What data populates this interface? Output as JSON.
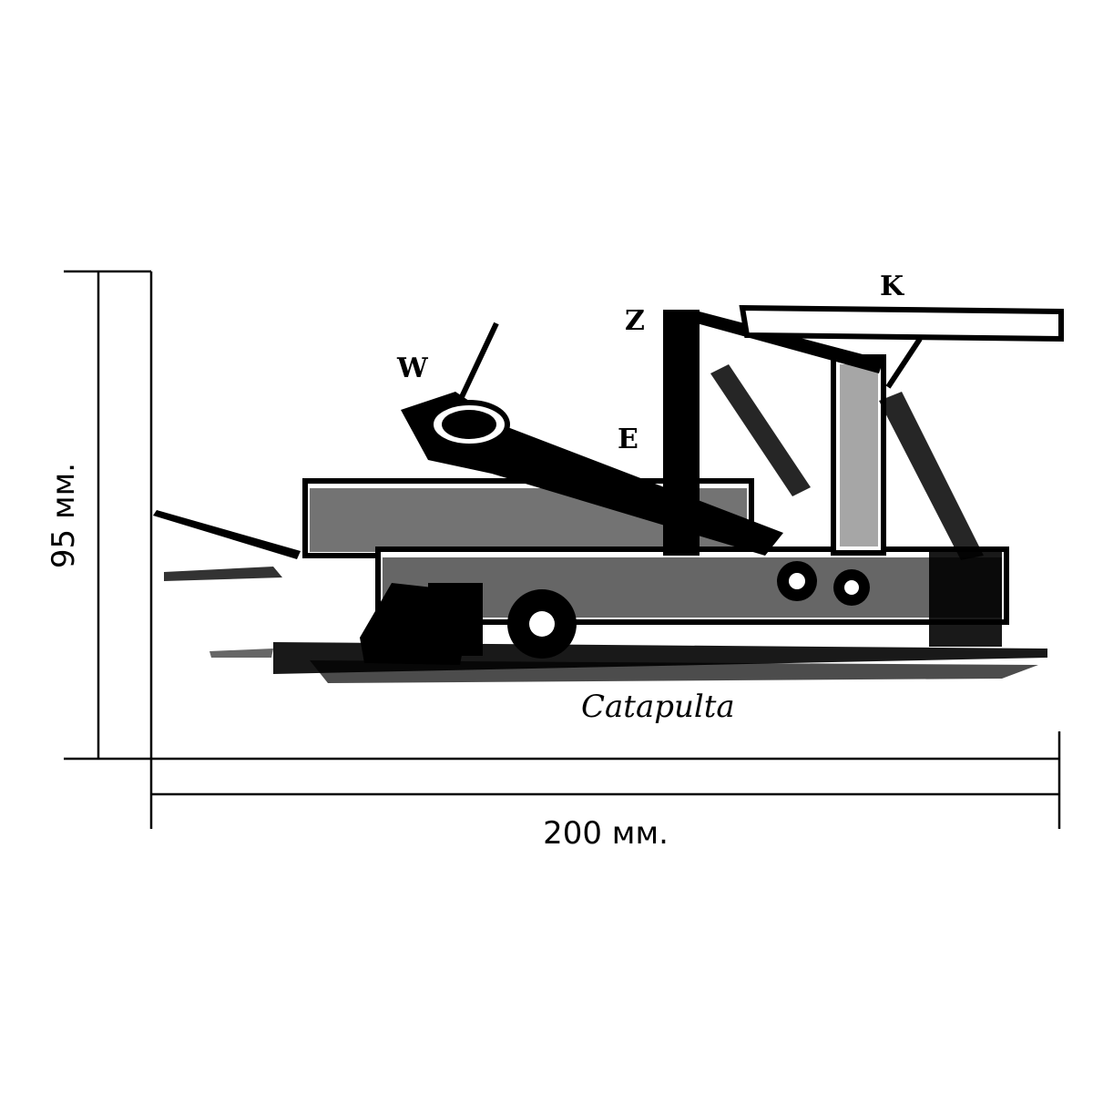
{
  "dimensions": {
    "width_label": "200 мм.",
    "height_label": "95 мм."
  },
  "illustration": {
    "caption": "Catapulta",
    "part_letters": [
      "W",
      "Z",
      "K",
      "E"
    ]
  },
  "colors": {
    "ink": "#000000",
    "paper": "#ffffff"
  }
}
